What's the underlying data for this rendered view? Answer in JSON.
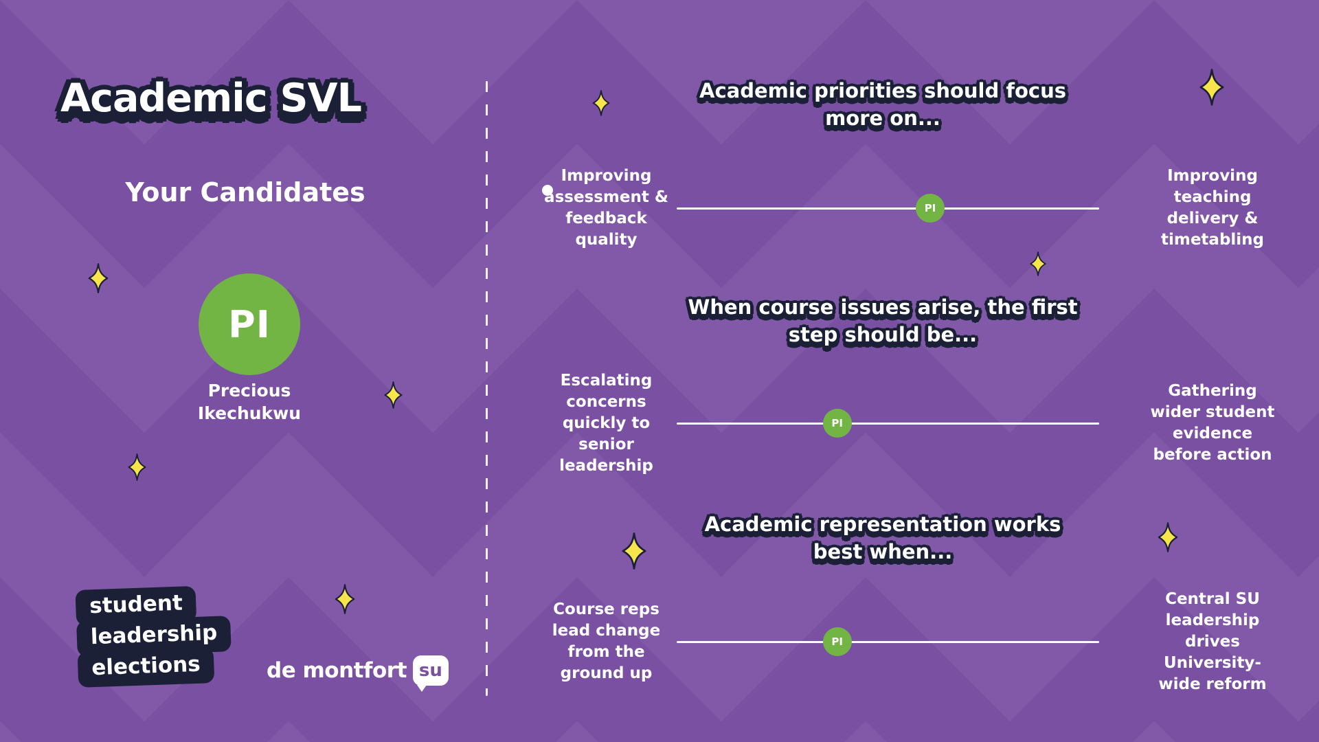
{
  "page": {
    "title": "Academic SVL",
    "subtitle": "Your Candidates"
  },
  "candidate": {
    "initials": "PI",
    "name": "Precious\nIkechukwu"
  },
  "questions": [
    {
      "heading": "Academic priorities should focus\nmore on...",
      "left_label": "Improving\nassessment &\nfeedback\nquality",
      "right_label": "Improving\nteaching\ndelivery &\ntimetabling",
      "marker": {
        "initials": "PI",
        "position_pct": 60
      }
    },
    {
      "heading": "When course issues arise, the first\nstep should be...",
      "left_label": "Escalating\nconcerns\nquickly to\nsenior\nleadership",
      "right_label": "Gathering\nwider student\nevidence\nbefore action",
      "marker": {
        "initials": "PI",
        "position_pct": 38
      }
    },
    {
      "heading": "Academic representation works\nbest when...",
      "left_label": "Course reps\nlead change\nfrom the\nground up",
      "right_label": "Central SU\nleadership\ndrives\nUniversity-\nwide reform",
      "marker": {
        "initials": "PI",
        "position_pct": 38
      }
    }
  ],
  "footer": {
    "badge_lines": [
      "student",
      "leadership",
      "elections"
    ],
    "logo_text": "de montfort",
    "logo_bubble": "su"
  },
  "colors": {
    "background": "#7a50a3",
    "navy": "#1b2036",
    "green": "#72b544",
    "yellow": "#f8e54b",
    "white": "#ffffff"
  }
}
